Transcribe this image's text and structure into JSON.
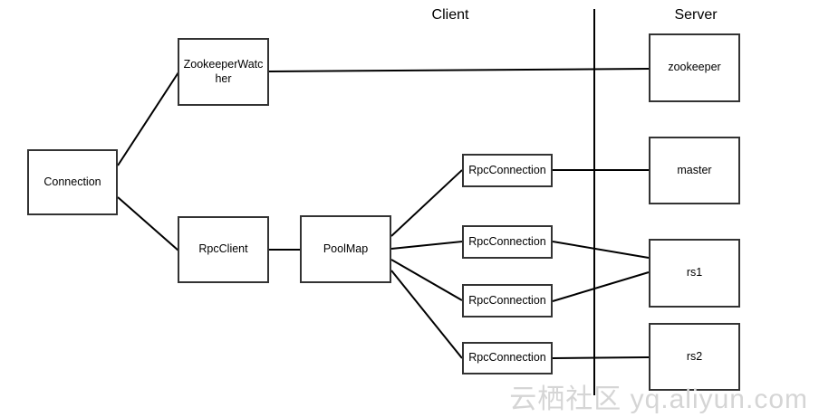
{
  "header": {
    "client_label": "Client",
    "server_label": "Server"
  },
  "nodes": [
    {
      "id": "connection",
      "label": "Connection",
      "zone": "client"
    },
    {
      "id": "zookeeperwatcher",
      "label": "ZookeeperWatcher",
      "zone": "client"
    },
    {
      "id": "rpcclient",
      "label": "RpcClient",
      "zone": "client"
    },
    {
      "id": "poolmap",
      "label": "PoolMap",
      "zone": "client"
    },
    {
      "id": "rpcconnection-1",
      "label": "RpcConnection",
      "zone": "client"
    },
    {
      "id": "rpcconnection-2",
      "label": "RpcConnection",
      "zone": "client"
    },
    {
      "id": "rpcconnection-3",
      "label": "RpcConnection",
      "zone": "client"
    },
    {
      "id": "rpcconnection-4",
      "label": "RpcConnection",
      "zone": "client"
    },
    {
      "id": "zookeeper",
      "label": "zookeeper",
      "zone": "server"
    },
    {
      "id": "master",
      "label": "master",
      "zone": "server"
    },
    {
      "id": "rs1",
      "label": "rs1",
      "zone": "server"
    },
    {
      "id": "rs2",
      "label": "rs2",
      "zone": "server"
    }
  ],
  "edges": [
    {
      "from": "connection",
      "to": "zookeeperwatcher"
    },
    {
      "from": "connection",
      "to": "rpcclient"
    },
    {
      "from": "rpcclient",
      "to": "poolmap"
    },
    {
      "from": "zookeeperwatcher",
      "to": "zookeeper"
    },
    {
      "from": "poolmap",
      "to": "rpcconnection-1"
    },
    {
      "from": "poolmap",
      "to": "rpcconnection-2"
    },
    {
      "from": "poolmap",
      "to": "rpcconnection-3"
    },
    {
      "from": "poolmap",
      "to": "rpcconnection-4"
    },
    {
      "from": "rpcconnection-1",
      "to": "master"
    },
    {
      "from": "rpcconnection-2",
      "to": "rs1"
    },
    {
      "from": "rpcconnection-3",
      "to": "rs1"
    },
    {
      "from": "rpcconnection-4",
      "to": "rs2"
    }
  ],
  "colors": {
    "node_border": "#333333",
    "edge_stroke": "#000000",
    "watermark": "#d5d5d5",
    "background": "#ffffff"
  },
  "watermark": {
    "text": "云栖社区 yq.aliyun.com"
  }
}
